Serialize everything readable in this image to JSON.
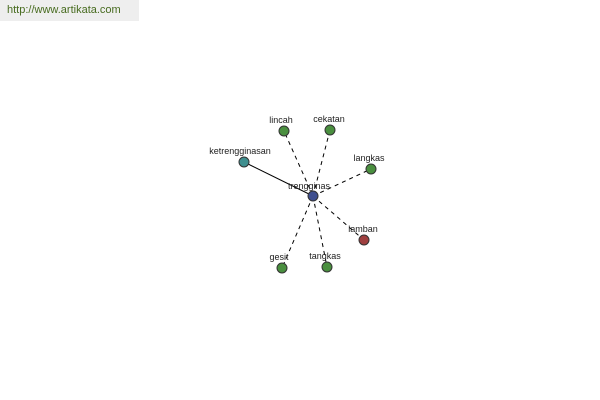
{
  "watermark": {
    "url": "http://www.artikata.com"
  },
  "colors": {
    "center": "#3f4f8f",
    "synonym": "#4a8f3f",
    "antonym": "#9f3f3f",
    "related": "#3f8f8f",
    "edge": "#000000",
    "node_stroke": "#333333"
  },
  "graph": {
    "center": {
      "id": "trengginas",
      "label": "trengginas",
      "kind": "center"
    },
    "nodes": [
      {
        "id": "lincah",
        "label": "lincah",
        "kind": "synonym",
        "edge": "dashed"
      },
      {
        "id": "cekatan",
        "label": "cekatan",
        "kind": "synonym",
        "edge": "dashed"
      },
      {
        "id": "langkas-1",
        "label": "langkas",
        "kind": "synonym",
        "edge": "dashed"
      },
      {
        "id": "lamban",
        "label": "lamban",
        "kind": "antonym",
        "edge": "dashed"
      },
      {
        "id": "tangkas",
        "label": "tangkas",
        "kind": "synonym",
        "edge": "dashed"
      },
      {
        "id": "gesit",
        "label": "gesit",
        "kind": "synonym",
        "edge": "dashed"
      },
      {
        "id": "ketrengginasan",
        "label": "ketrengginasan",
        "kind": "related",
        "edge": "solid"
      }
    ]
  }
}
